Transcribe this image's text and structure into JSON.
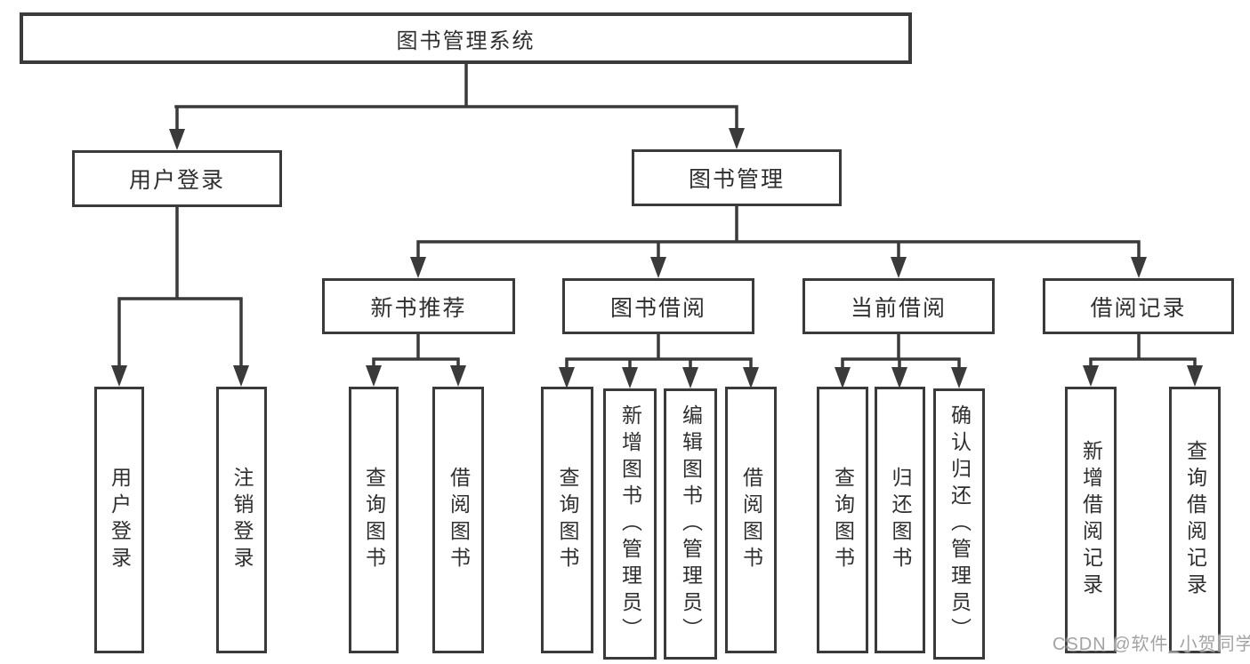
{
  "watermark": "CSDN @软件_小贺同学",
  "colors": {
    "line": "#3a3a3a",
    "box_background": "#ffffff",
    "text": "#2f2f2f",
    "watermark": "#a3a3a3"
  },
  "tree": {
    "root": {
      "label": "图书管理系统",
      "children": [
        {
          "label": "用户登录",
          "children": [
            {
              "label": "用户登录"
            },
            {
              "label": "注销登录"
            }
          ]
        },
        {
          "label": "图书管理",
          "children": [
            {
              "label": "新书推荐",
              "children": [
                {
                  "label": "查询图书"
                },
                {
                  "label": "借阅图书"
                }
              ]
            },
            {
              "label": "图书借阅",
              "children": [
                {
                  "label": "查询图书"
                },
                {
                  "label": "新增图书（管理员）"
                },
                {
                  "label": "编辑图书（管理员）"
                },
                {
                  "label": "借阅图书"
                }
              ]
            },
            {
              "label": "当前借阅",
              "children": [
                {
                  "label": "查询图书"
                },
                {
                  "label": "归还图书"
                },
                {
                  "label": "确认归还（管理员）"
                }
              ]
            },
            {
              "label": "借阅记录",
              "children": [
                {
                  "label": "新增借阅记录"
                },
                {
                  "label": "查询借阅记录"
                }
              ]
            }
          ]
        }
      ]
    }
  }
}
